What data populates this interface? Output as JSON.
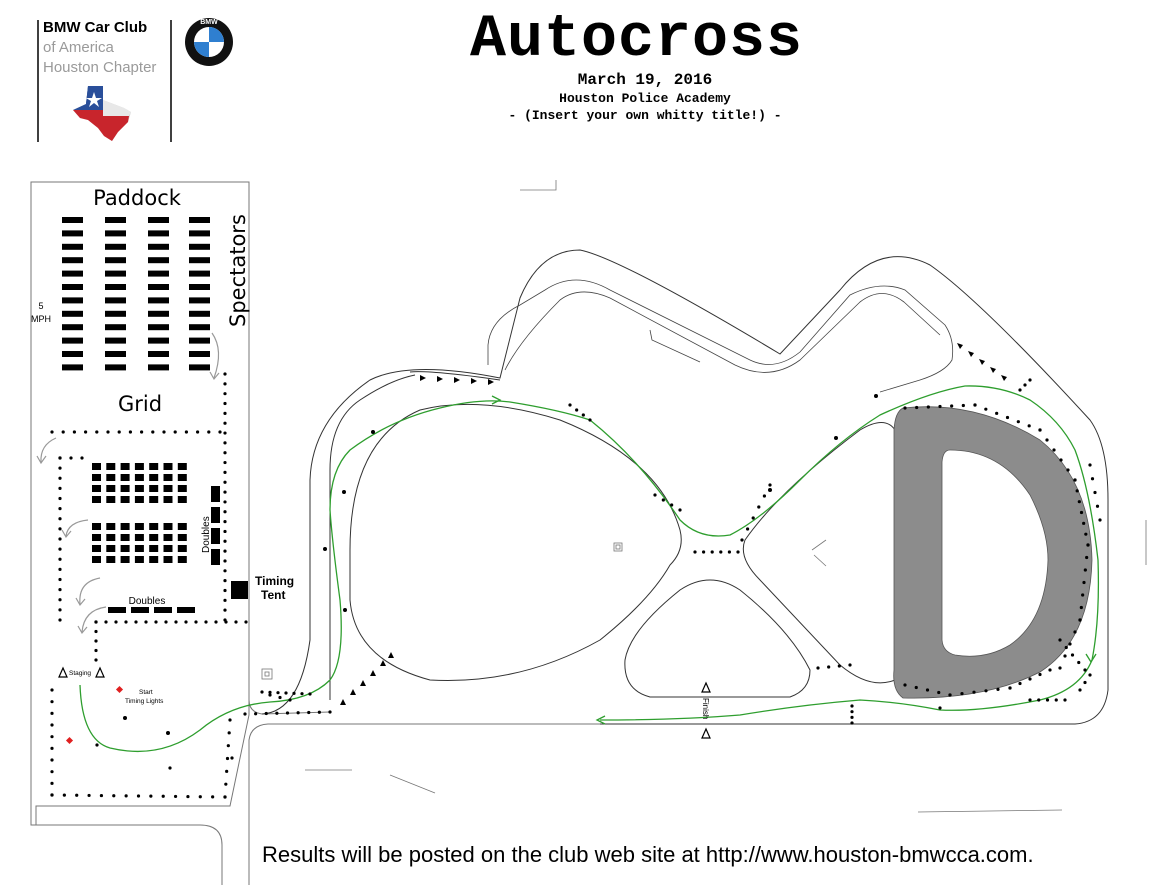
{
  "header": {
    "club_line1": "BMW Car Club",
    "club_line2": "of America",
    "club_line3": "Houston Chapter",
    "logo_letters": "BMW",
    "title": "Autocross",
    "date": "March 19, 2016",
    "venue": "Houston Police Academy",
    "tagline": "- (Insert your own whitty title!) -"
  },
  "labels": {
    "paddock": "Paddock",
    "spectators": "Spectators",
    "speed_limit_value": "5",
    "speed_limit_unit": "MPH",
    "grid": "Grid",
    "doubles_vertical": "Doubles",
    "doubles_horizontal": "Doubles",
    "timing_line1": "Timing",
    "timing_line2": "Tent",
    "staging": "Staging",
    "start_line1": "Start",
    "start_line2": "Timing Lights",
    "finish": "Finish"
  },
  "footer": {
    "results": "Results will be posted on the club web site at http://www.houston-bmwcca.com."
  },
  "colors": {
    "course_line": "#2e9e2e",
    "skidpad": "#8c8c8c",
    "texas_blue": "#2a4f9a",
    "texas_red": "#c8252c",
    "start_marker": "#e02020"
  }
}
